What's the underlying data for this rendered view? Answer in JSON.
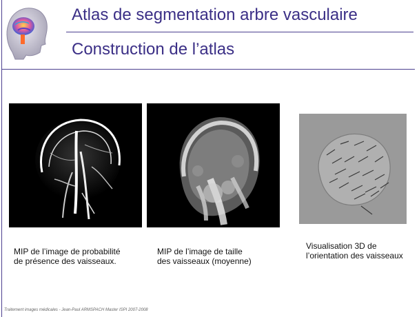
{
  "slide": {
    "title": "Atlas de segmentation arbre vasculaire",
    "subtitle": "Construction de l’atlas"
  },
  "images": [
    {
      "caption_line1": "MIP de l’image de probabilité",
      "caption_line2": "de présence des vaisseaux."
    },
    {
      "caption_line1": "MIP de l’image de taille",
      "caption_line2": " des vaisseaux (moyenne)"
    },
    {
      "caption_line1": "Visualisation 3D de",
      "caption_line2": "l’orientation des vaisseaux"
    }
  ],
  "footer": "Traitement images médicales - Jean-Paul ARMSPACH Master ISPI 2007-2008",
  "colors": {
    "accent": "#3b2f86",
    "rule": "#4b3f8f"
  }
}
